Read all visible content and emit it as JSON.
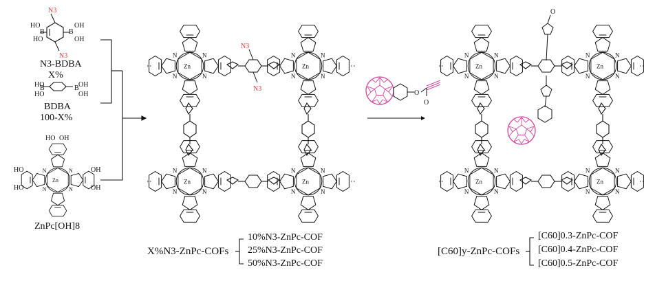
{
  "reagents": {
    "n3bdba_name": "N3-BDBA",
    "n3bdba_pct": "X%",
    "bdba_name": "BDBA",
    "bdba_pct": "100-X%",
    "znpc_name": "ZnPc[OH]8"
  },
  "labels": {
    "n3_group": "N3",
    "oh": "OH",
    "ho": "HO",
    "b": "B",
    "zn": "Zn",
    "n": "N",
    "o": "O"
  },
  "products_left": {
    "family": "X%N3-ZnPc-COFs",
    "items": [
      "10%N3-ZnPc-COF",
      "25%N3-ZnPc-COF",
      "50%N3-ZnPc-COF"
    ]
  },
  "products_right": {
    "family": "[C60]y-ZnPc-COFs",
    "items": [
      "[C60]0.3-ZnPc-COF",
      "[C60]0.4-ZnPc-COF",
      "[C60]0.5-ZnPc-COF"
    ]
  },
  "colors": {
    "fullerene": "#d0479d",
    "azide": "#e23b3b",
    "alkyne": "#d0479d",
    "bond": "#111111"
  }
}
